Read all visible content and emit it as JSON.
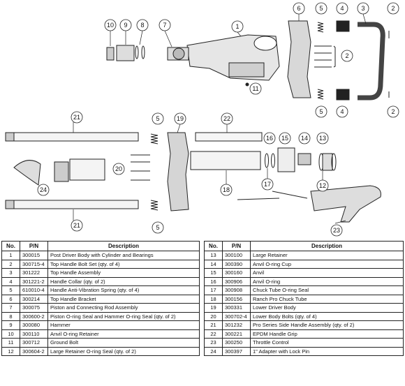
{
  "callouts": [
    "1",
    "2",
    "3",
    "4",
    "5",
    "6",
    "7",
    "8",
    "9",
    "10",
    "11",
    "12",
    "13",
    "14",
    "15",
    "16",
    "17",
    "18",
    "19",
    "20",
    "21",
    "22",
    "23",
    "24"
  ],
  "table": {
    "headers": {
      "no": "No.",
      "pn": "P/N",
      "desc": "Description"
    },
    "left": [
      {
        "no": "1",
        "pn": "300015",
        "desc": "Post Driver Body with Cylinder and Bearings"
      },
      {
        "no": "2",
        "pn": "300715-4",
        "desc": "Top Handle Bolt Set (qty. of 4)"
      },
      {
        "no": "3",
        "pn": "301222",
        "desc": "Top Handle Assembly"
      },
      {
        "no": "4",
        "pn": "301221-2",
        "desc": "Handle Collar (qty. of 2)"
      },
      {
        "no": "5",
        "pn": "610010-4",
        "desc": "Handle Anti-Vibration Spring (qty. of 4)"
      },
      {
        "no": "6",
        "pn": "300214",
        "desc": "Top Handle Bracket"
      },
      {
        "no": "7",
        "pn": "300075",
        "desc": "Piston and Connecting Rod Assembly"
      },
      {
        "no": "8",
        "pn": "300600-2",
        "desc": "Piston O-ring Seal and Hammer O-ring Seal (qty. of 2)"
      },
      {
        "no": "9",
        "pn": "300080",
        "desc": "Hammer"
      },
      {
        "no": "10",
        "pn": "300110",
        "desc": "Anvil O-ring Retainer"
      },
      {
        "no": "11",
        "pn": "300712",
        "desc": "Ground Bolt"
      },
      {
        "no": "12",
        "pn": "300604-2",
        "desc": "Large Retainer O-ring Seal (qty. of 2)"
      }
    ],
    "right": [
      {
        "no": "13",
        "pn": "300100",
        "desc": "Large Retainer"
      },
      {
        "no": "14",
        "pn": "300390",
        "desc": "Anvil O-ring Cup"
      },
      {
        "no": "15",
        "pn": "300160",
        "desc": "Anvil"
      },
      {
        "no": "16",
        "pn": "300906",
        "desc": "Anvil O-ring"
      },
      {
        "no": "17",
        "pn": "300908",
        "desc": "Chuck Tube O-ring Seal"
      },
      {
        "no": "18",
        "pn": "300156",
        "desc": "Ranch Pro Chuck Tube"
      },
      {
        "no": "19",
        "pn": "300331",
        "desc": "Lower Driver Body"
      },
      {
        "no": "20",
        "pn": "300702-4",
        "desc": "Lower Body Bolts (qty. of 4)"
      },
      {
        "no": "21",
        "pn": "301232",
        "desc": "Pro Series Side Handle Assembly (qty. of 2)"
      },
      {
        "no": "22",
        "pn": "300221",
        "desc": "EPDM Handle Grip"
      },
      {
        "no": "23",
        "pn": "300250",
        "desc": "Throttle Control"
      },
      {
        "no": "24",
        "pn": "300397",
        "desc": "1\" Adapter with Lock Pin"
      }
    ]
  }
}
